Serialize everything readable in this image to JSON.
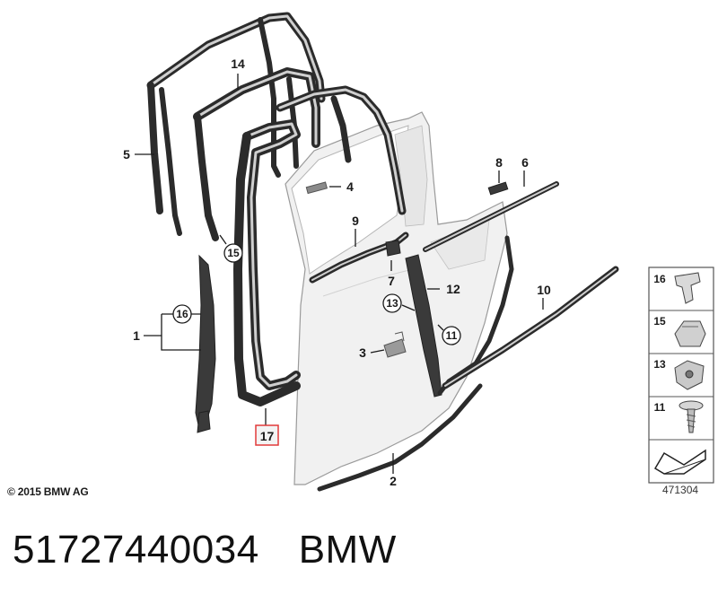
{
  "diagram": {
    "labels": {
      "p1": "1",
      "p2": "2",
      "p3": "3",
      "p4": "4",
      "p5": "5",
      "p6": "6",
      "p7": "7",
      "p8": "8",
      "p9": "9",
      "p10": "10",
      "p12": "12",
      "p14": "14",
      "p17": "17",
      "c11": "11",
      "c13": "13",
      "c15": "15",
      "c16": "16"
    },
    "legend": [
      {
        "label": "16",
        "icon": "clip-icon"
      },
      {
        "label": "15",
        "icon": "nut-clip-icon"
      },
      {
        "label": "13",
        "icon": "spring-nut-icon"
      },
      {
        "label": "11",
        "icon": "screw-icon"
      },
      {
        "label": "",
        "icon": "arrow-icon"
      }
    ],
    "highlight_color": "#e23a3a",
    "copyright": "© 2015 BMW AG",
    "drawing_number": "471304"
  },
  "caption": {
    "part_number": "51727440034",
    "brand": "BMW"
  }
}
